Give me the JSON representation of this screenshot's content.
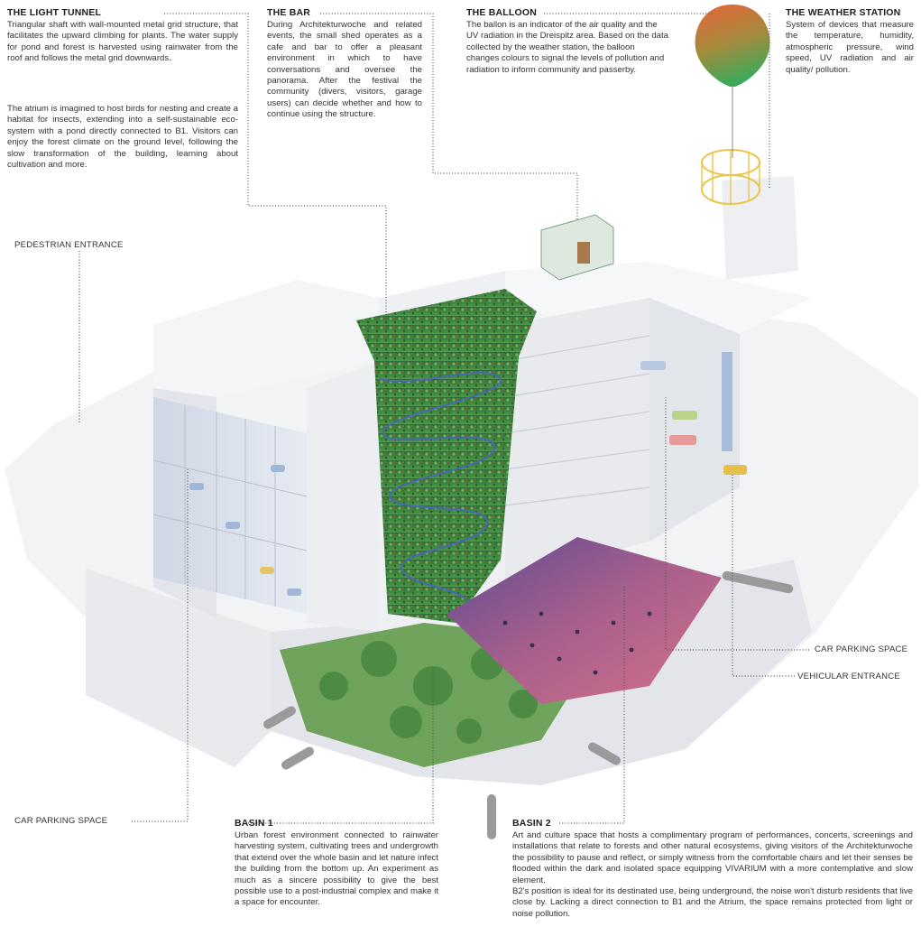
{
  "light_tunnel": {
    "title": "THE LIGHT TUNNEL",
    "p1": "Triangular shaft with wall-mounted metal grid structure, that facilitates the upward climbing for plants. The water supply for pond and forest is harvested using rainwater from the roof and follows the metal grid downwards.",
    "p2": "The atrium is imagined to host birds for nesting and create a habitat for insects, extending into a self-sustainable eco-system with a pond directly connected to B1. Visitors can enjoy the forest climate on the ground level, following the slow transformation of the building, learning about cultivation and more."
  },
  "bar": {
    "title": "THE BAR",
    "text": "During Architekturwoche and related events, the small shed operates as a cafe and bar to offer a pleasant environment in which to have conversations and oversee the panorama. After the festival the community (divers, visitors, garage users) can decide whether and how to continue using the structure."
  },
  "balloon": {
    "title": "THE BALLOON",
    "text": "The ballon is an indicator of the air quality and the UV radiation in the Dreispitz area. Based on the data collected by the weather station, the balloon changes colours to signal the levels of pollution and radiation to inform community and passerby."
  },
  "weather_station": {
    "title": "THE WEATHER STATION",
    "text": "System of devices that measure the temperature, humidity, atmospheric pressure, wind speed, UV radiation and air quality/ pollution."
  },
  "labels": {
    "pedestrian_entrance": "PEDESTRIAN ENTRANCE",
    "car_parking_right": "CAR PARKING SPACE",
    "vehicular_entrance": "VEHICULAR ENTRANCE",
    "car_parking_left": "CAR PARKING SPACE"
  },
  "basin1": {
    "title": "BASIN 1",
    "text": "Urban forest environment connected to rainwater harvesting system, cultivating trees and undergrowth that extend over the whole basin and let nature infect the building from the bottom up. An experiment as much as a sincere possibility to give the best possible use to a post-industrial complex and make it a space for encounter."
  },
  "basin2": {
    "title": "BASIN 2",
    "p1": "Art and culture space that hosts a complimentary program of performances, concerts, screenings and installations that relate to forests and other natural ecosystems, giving visitors of the Architekturwoche the possibility to pause and reflect, or simply witness from the comfortable chairs and let their senses be flooded within the dark and isolated space equipping VIVARIUM with a more contemplative and slow element.",
    "p2": "B2's position is ideal for its destinated use, being underground, the noise won't disturb residents that live close by. Lacking a direct connection to B1 and the Atrium, the space remains protected from light or noise pollution."
  },
  "colors": {
    "building": "#ecedf0",
    "plants": "#3f8a3e",
    "basin2_floor": "#b86a8c",
    "balloon_top": "#e06a3a",
    "balloon_bottom": "#48a85a",
    "weather_ring": "#e7c64a"
  }
}
